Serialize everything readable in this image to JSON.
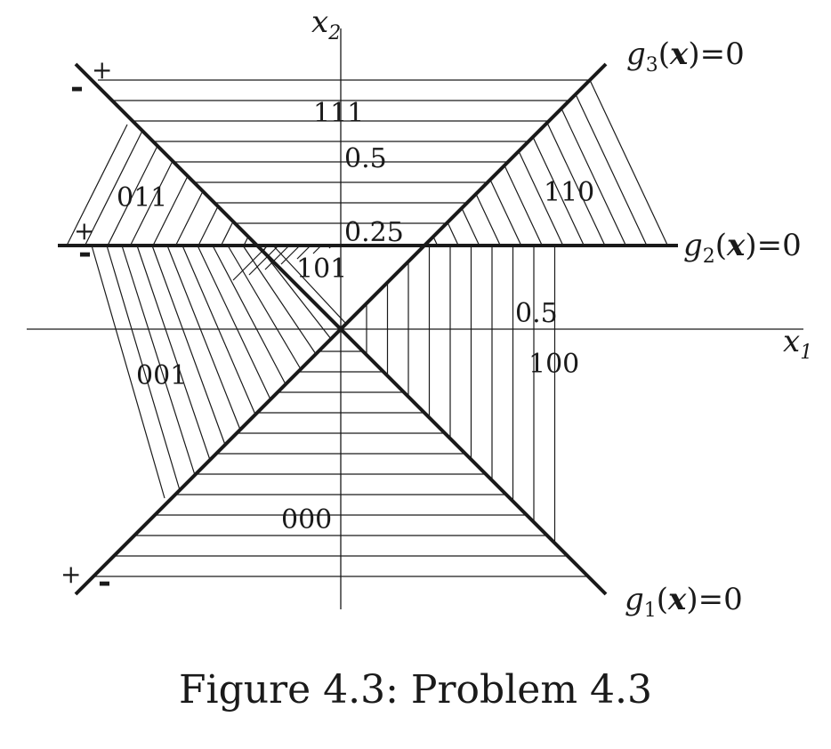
{
  "axes": {
    "x_label_base": "x",
    "x_label_sub": "1",
    "y_label_base": "x",
    "y_label_sub": "2"
  },
  "lines": {
    "g1": {
      "g": "g",
      "sub": "1",
      "x": "x",
      "rest": ")=0"
    },
    "g2": {
      "g": "g",
      "sub": "2",
      "x": "x",
      "rest": ")=0"
    },
    "g3": {
      "g": "g",
      "sub": "3",
      "x": "x",
      "rest": ")=0"
    }
  },
  "signs": {
    "g3_top_plus": "+",
    "g3_top_minus": "-",
    "g2_left_plus": "+",
    "g2_left_minus": "-",
    "g1_bottom_plus": "+",
    "g1_bottom_minus": "-"
  },
  "region_labels": {
    "r111": "111",
    "r011": "011",
    "r110": "110",
    "r101": "101",
    "r001": "001",
    "r100": "100",
    "r000": "000"
  },
  "tick_labels": {
    "y_half": "0.5",
    "y_quarter": "0.25",
    "x_half": "0.5"
  },
  "caption": "Figure 4.3: Problem 4.3"
}
